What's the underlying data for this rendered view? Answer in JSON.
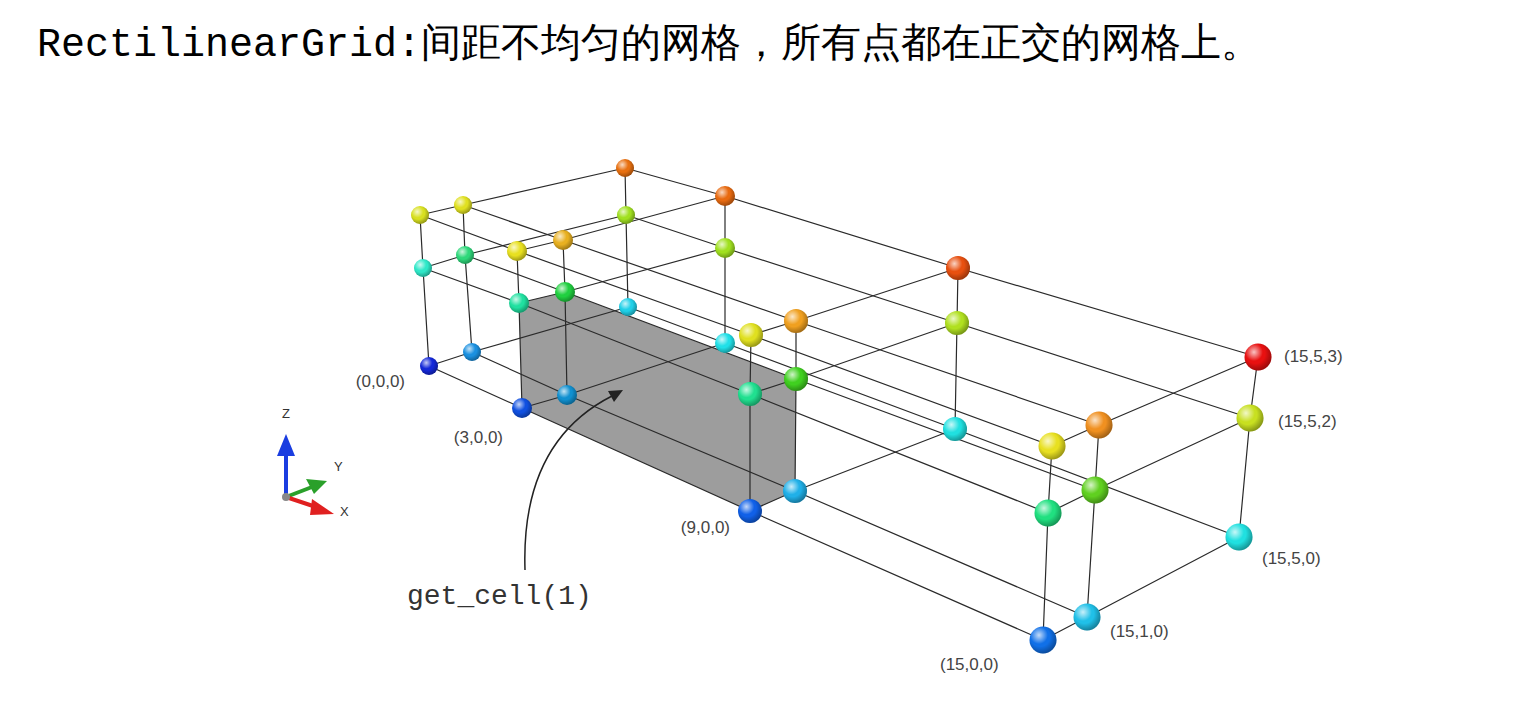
{
  "diagram": {
    "title": "RectilinearGrid:间距不均匀的网格，所有点都在正交的网格上。",
    "labels": [
      "(15,5,3)",
      "(0,0,0)",
      "(15,5,2)",
      "(3,0,0)",
      "Z",
      "Y",
      "(9,0,0)",
      "X",
      "(15,5,0)",
      "get_cell(1)",
      "(15,1,0)",
      "(15,0,0)"
    ]
  }
}
